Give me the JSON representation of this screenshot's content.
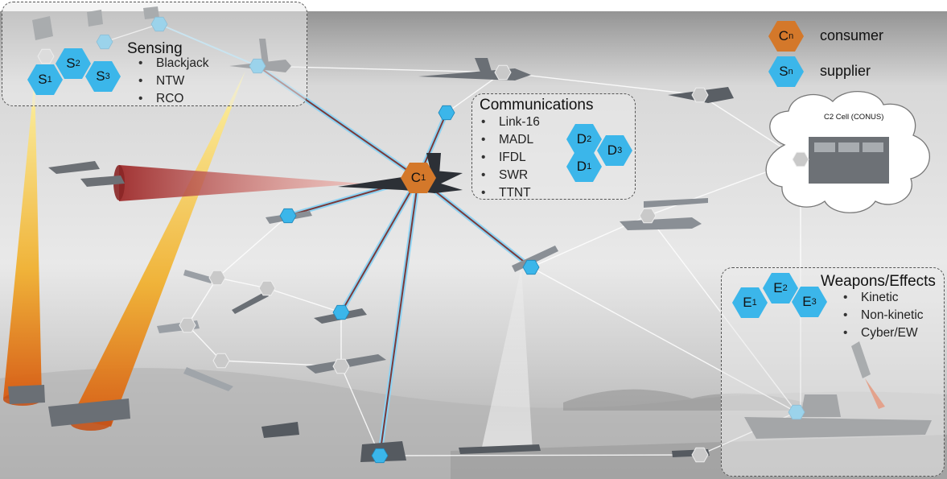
{
  "legend": {
    "consumer_symbol": "C",
    "consumer_sub": "n",
    "consumer_label": "consumer",
    "supplier_symbol": "S",
    "supplier_sub": "n",
    "supplier_label": "supplier"
  },
  "sensing": {
    "title": "Sensing",
    "items": [
      "Blackjack",
      "NTW",
      "RCO"
    ],
    "nodes": [
      {
        "sym": "S",
        "sub": "1"
      },
      {
        "sym": "S",
        "sub": "2"
      },
      {
        "sym": "S",
        "sub": "3"
      }
    ]
  },
  "communications": {
    "title": "Communications",
    "items": [
      "Link-16",
      "MADL",
      "IFDL",
      "SWR",
      "TTNT"
    ],
    "nodes": [
      {
        "sym": "D",
        "sub": "2"
      },
      {
        "sym": "D",
        "sub": "3"
      },
      {
        "sym": "D",
        "sub": "1"
      }
    ]
  },
  "weapons": {
    "title": "Weapons/Effects",
    "items": [
      "Kinetic",
      "Non-kinetic",
      "Cyber/EW"
    ],
    "nodes": [
      {
        "sym": "E",
        "sub": "1"
      },
      {
        "sym": "E",
        "sub": "2"
      },
      {
        "sym": "E",
        "sub": "3"
      }
    ]
  },
  "c2cell": {
    "label": "C2 Cell (CONUS)"
  },
  "consumer_node": {
    "sym": "C",
    "sub": "1"
  },
  "colors": {
    "supplier": "#3bb6ea",
    "consumer": "#d4782a",
    "link_outer": "#8fd3f2",
    "link_inner": "#7a3a3a",
    "beam_orange": "#e8a23a",
    "beam_red": "#c0504d"
  }
}
